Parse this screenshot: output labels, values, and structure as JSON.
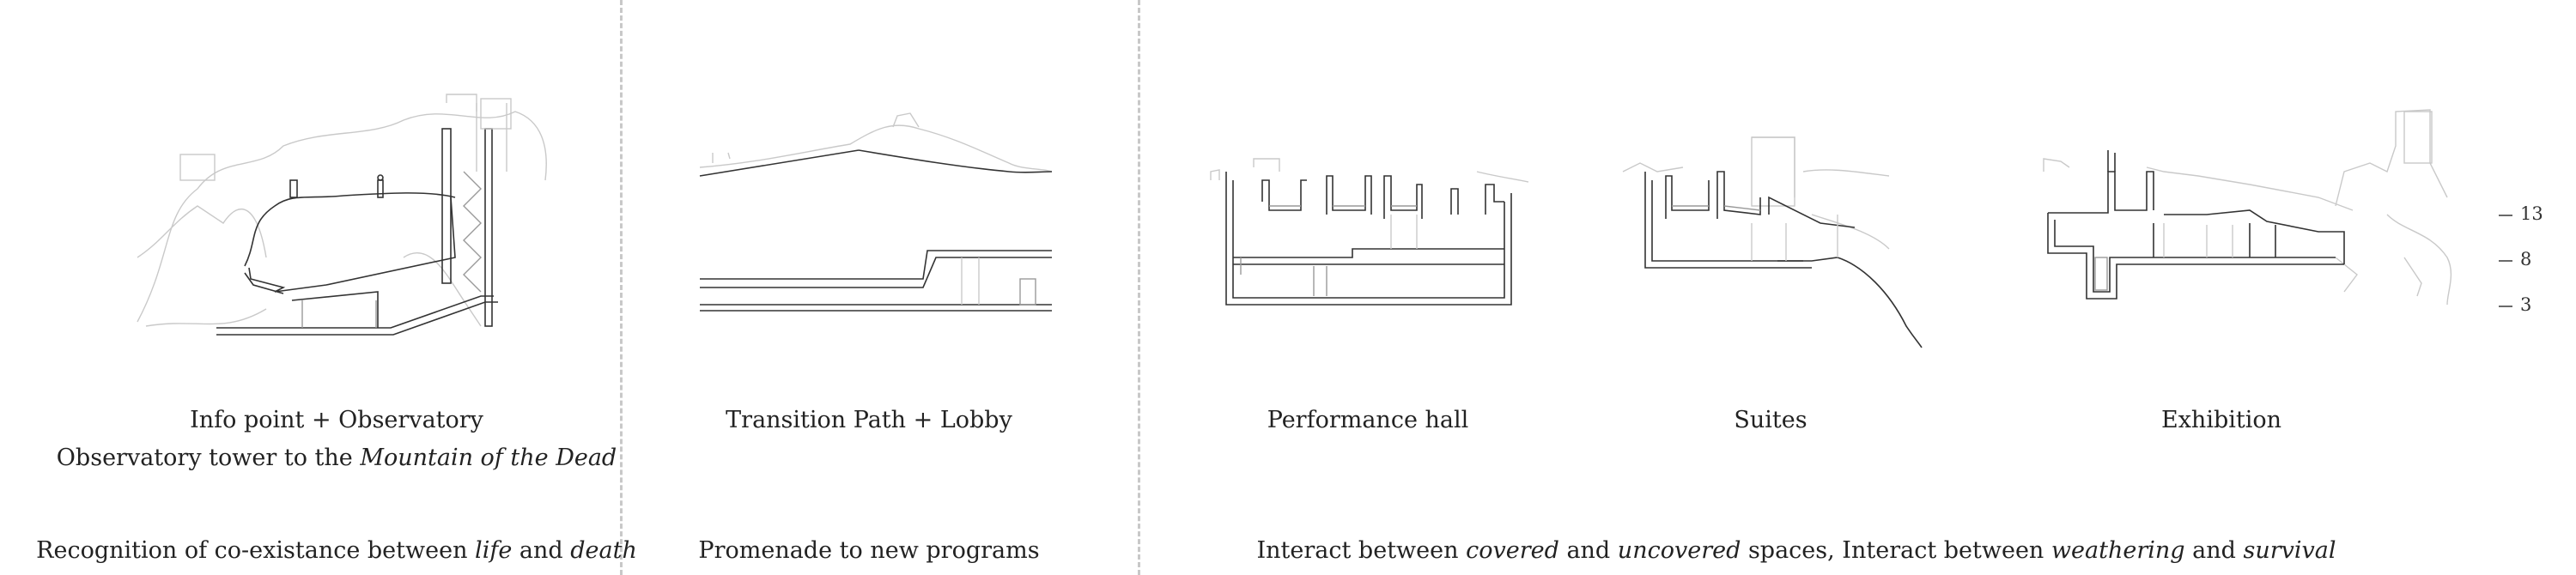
{
  "panels": [
    {
      "id": "observatory",
      "caption_line1": "Info point  +  Observatory",
      "caption_line2_prefix": "Observatory tower to the ",
      "caption_line2_italic": "Mountain of the Dead",
      "statement_parts": [
        {
          "text": "Recognition of co-existance between ",
          "italic": false
        },
        {
          "text": "life",
          "italic": true
        },
        {
          "text": " and ",
          "italic": false
        },
        {
          "text": "death",
          "italic": true
        }
      ]
    },
    {
      "id": "transition",
      "caption_line1": "Transition Path  +  Lobby",
      "statement_parts": [
        {
          "text": "Promenade to new programs",
          "italic": false
        }
      ]
    },
    {
      "id": "programs",
      "sections": [
        {
          "caption": "Performance hall"
        },
        {
          "caption": "Suites"
        },
        {
          "caption": "Exhibition"
        }
      ],
      "statement_parts": [
        {
          "text": "Interact between ",
          "italic": false
        },
        {
          "text": "covered",
          "italic": true
        },
        {
          "text": " and ",
          "italic": false
        },
        {
          "text": "uncovered",
          "italic": true
        },
        {
          "text": " spaces, Interact between ",
          "italic": false
        },
        {
          "text": "weathering",
          "italic": true
        },
        {
          "text": " and ",
          "italic": false
        },
        {
          "text": "survival",
          "italic": true
        }
      ]
    }
  ],
  "scale_marks": [
    "13",
    "8",
    "3"
  ]
}
